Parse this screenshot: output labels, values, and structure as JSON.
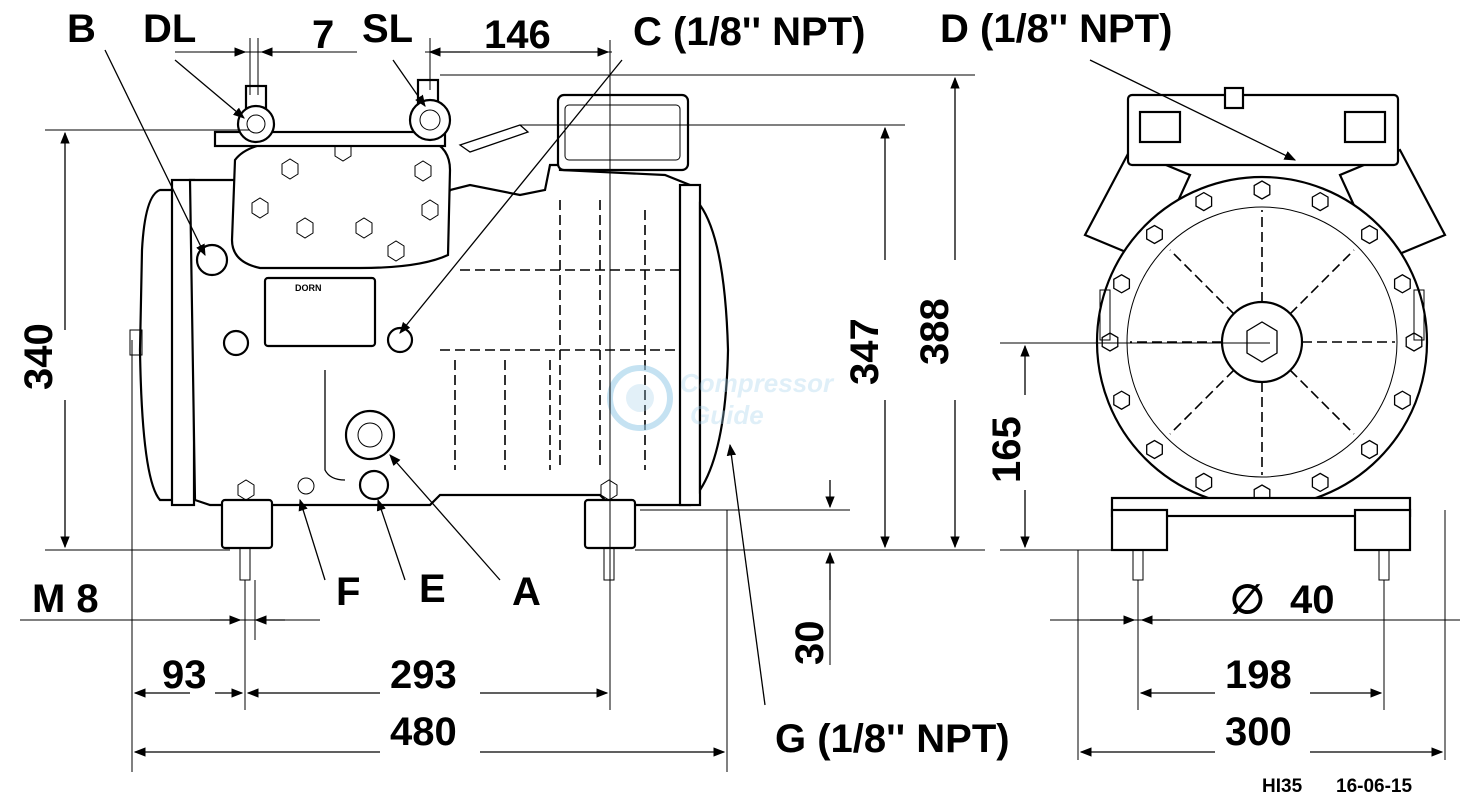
{
  "labels": {
    "B": "B",
    "DL": "DL",
    "SL": "SL",
    "C": "C (1/8'' NPT)",
    "D": "D (1/8'' NPT)",
    "G": "G (1/8'' NPT)",
    "F": "F",
    "E": "E",
    "A": "A",
    "M8": "M 8"
  },
  "dimensions": {
    "dl_sl_offset": "7",
    "sl_offset": "146",
    "height_340": "340",
    "height_347": "347",
    "height_388": "388",
    "height_165": "165",
    "height_30": "30",
    "width_93": "93",
    "width_293": "293",
    "width_480": "480",
    "width_198": "198",
    "width_300": "300",
    "diameter_40": "40",
    "diameter_symbol": "∅"
  },
  "plate_brand": "DORN",
  "watermark": {
    "line1": "Compressor",
    "line2": "Guide"
  },
  "footer": {
    "drawing_id": "HI35",
    "date": "16-06-15"
  },
  "colors": {
    "line": "#000000",
    "watermark": "#9fd0ea"
  }
}
